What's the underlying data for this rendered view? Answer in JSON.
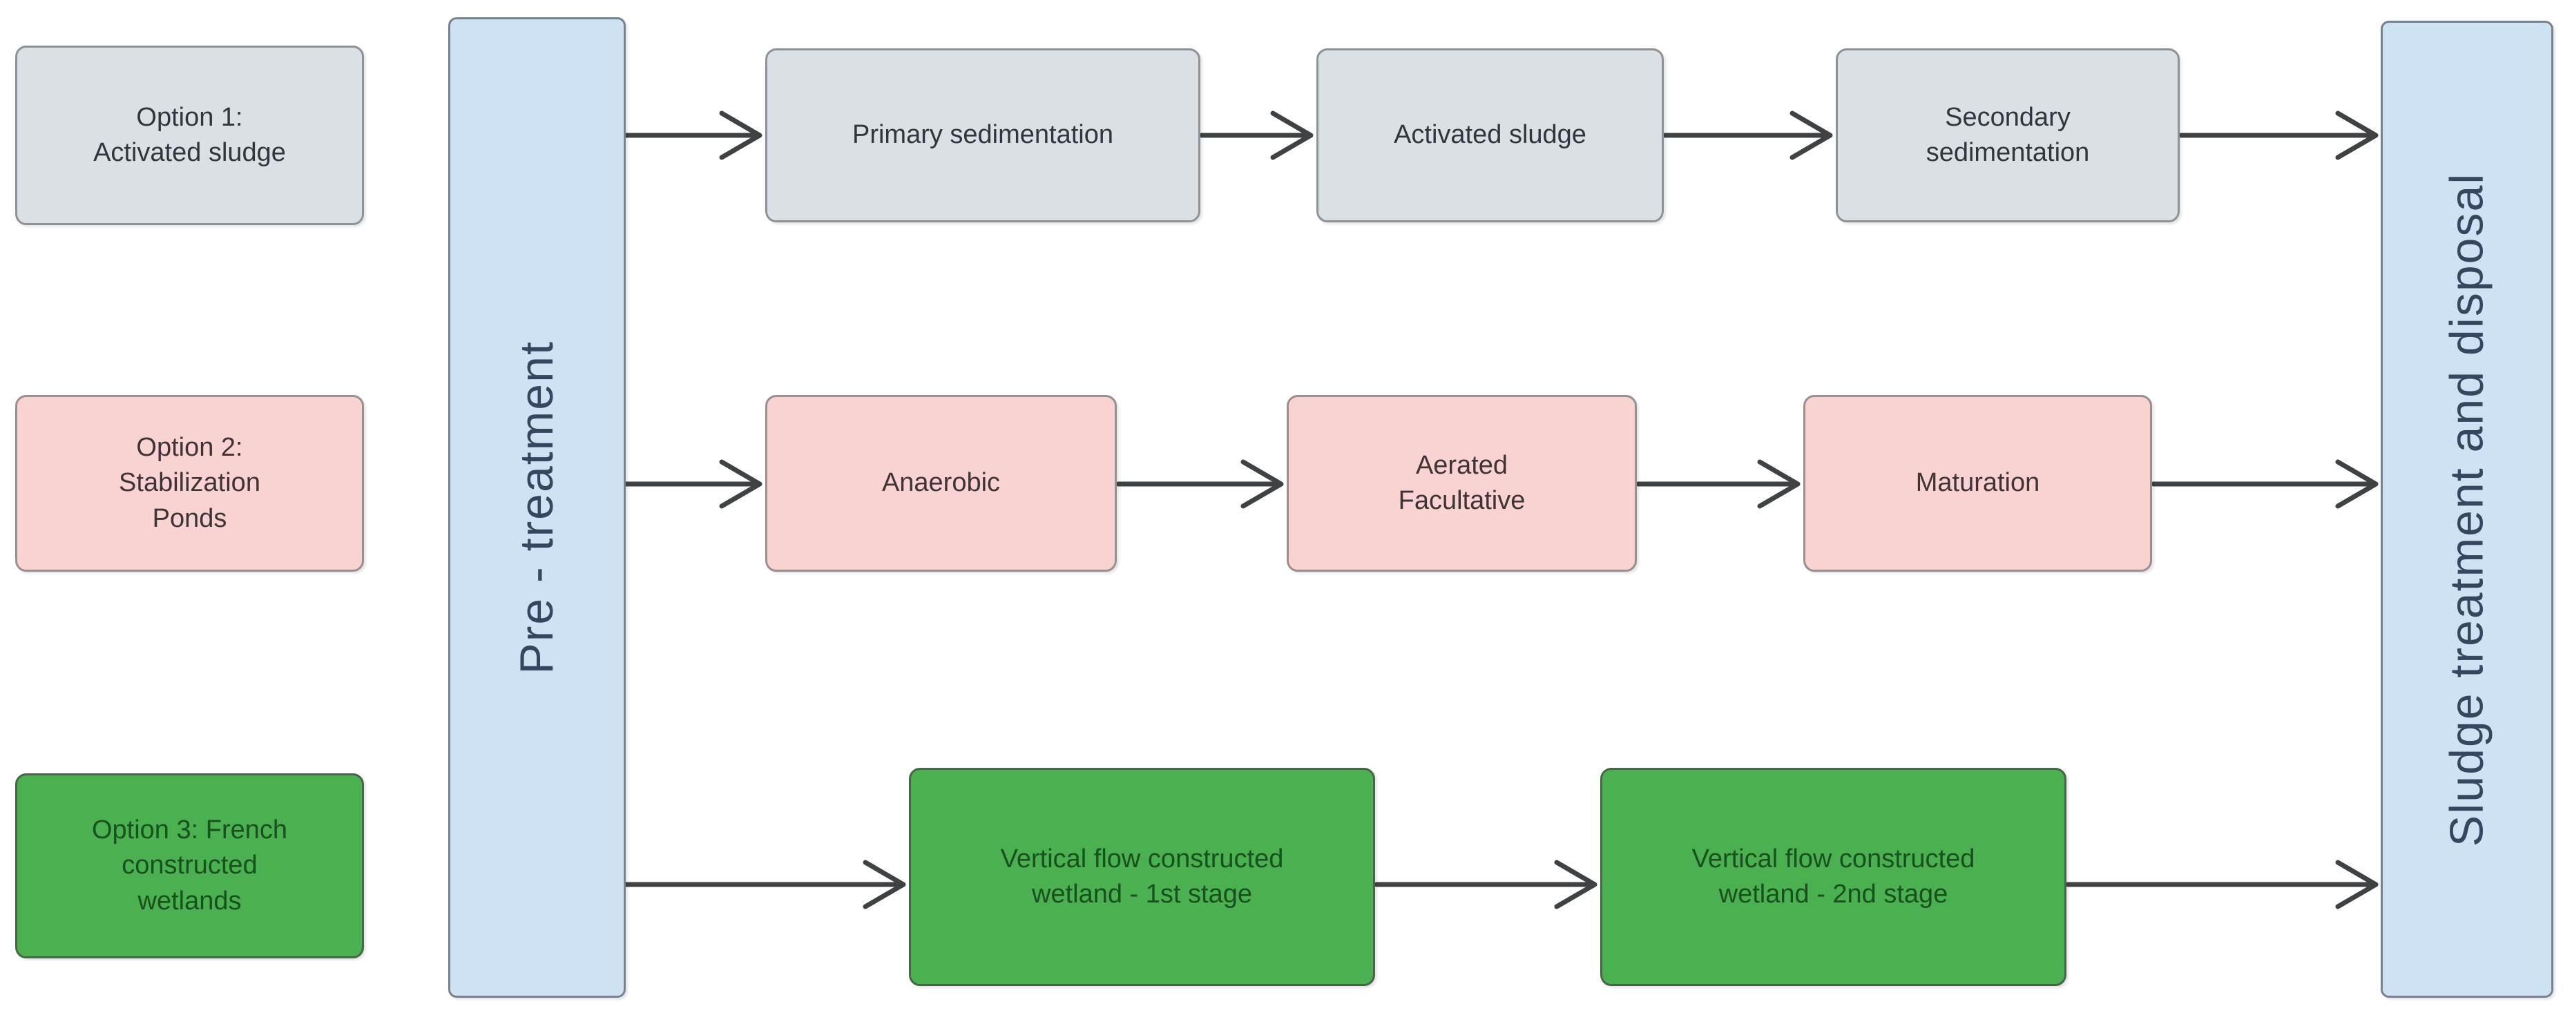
{
  "legend": {
    "options": [
      {
        "id": "option-1",
        "label": "Option 1:\nActivated sludge",
        "fill": "#dbe0e5"
      },
      {
        "id": "option-2",
        "label": "Option 2:\nStabilization\nPonds",
        "fill": "#f8d3d1"
      },
      {
        "id": "option-3",
        "label": "Option 3: French\nconstructed\nwetlands",
        "fill": "#4bb04f"
      }
    ]
  },
  "pre_treatment": {
    "label": "Pre - treatment",
    "fill": "#cfe2f4"
  },
  "sludge_treatment": {
    "label": "Sludge treatment and disposal",
    "fill": "#cfe2f4"
  },
  "rows": [
    {
      "name": "activated-sludge-route",
      "steps": [
        {
          "label": "Primary sedimentation"
        },
        {
          "label": "Activated sludge"
        },
        {
          "label": "Secondary\nsedimentation"
        }
      ]
    },
    {
      "name": "stabilization-ponds-route",
      "steps": [
        {
          "label": "Anaerobic"
        },
        {
          "label": "Aerated\nFacultative"
        },
        {
          "label": "Maturation"
        }
      ]
    },
    {
      "name": "french-constructed-wetlands-route",
      "steps": [
        {
          "label": "Vertical flow constructed\nwetland - 1st stage"
        },
        {
          "label": "Vertical flow constructed\nwetland - 2nd stage"
        }
      ]
    }
  ],
  "colors": {
    "gray_fill": "#dbe0e5",
    "pink_fill": "#f8d3d1",
    "green_fill": "#4bb04f",
    "blue_fill": "#cfe2f4",
    "arrow": "#3f4245"
  }
}
